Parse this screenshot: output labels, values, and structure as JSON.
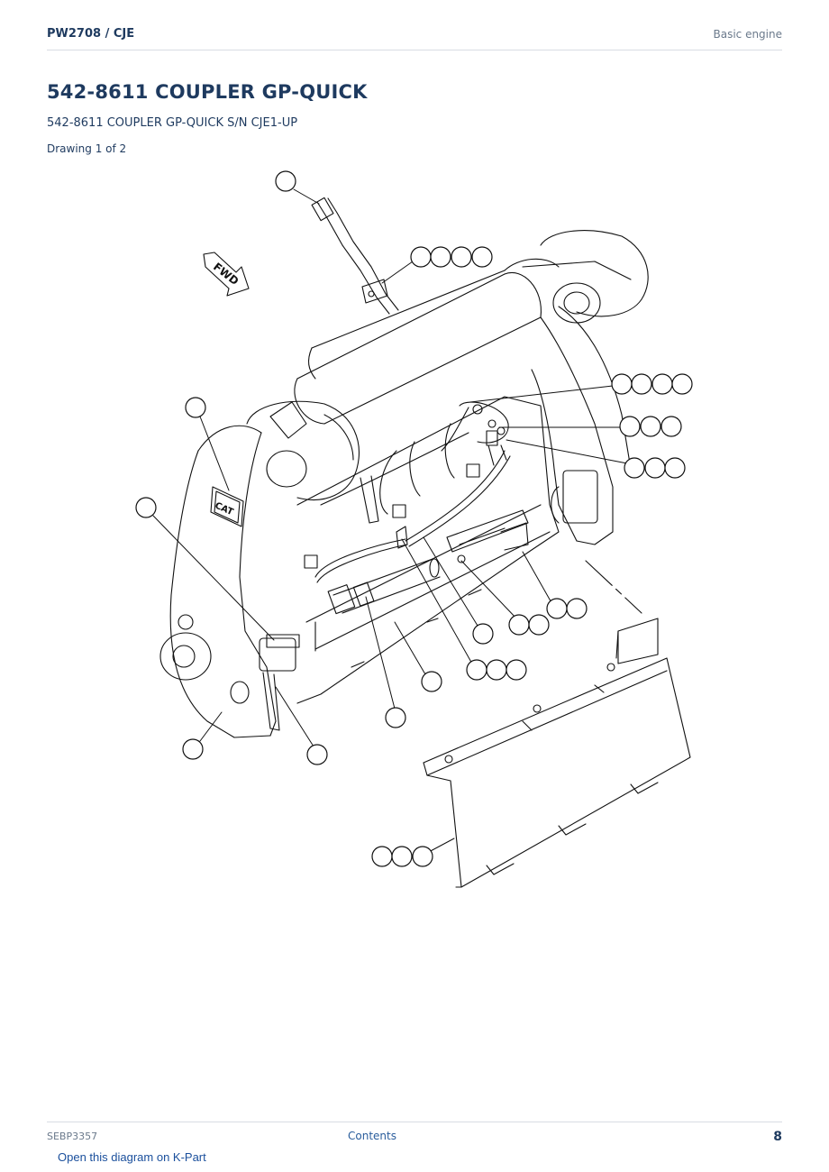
{
  "header": {
    "left": "PW2708  /  CJE",
    "right": "Basic engine"
  },
  "title": "542-8611 COUPLER GP-QUICK",
  "subtitle": "542-8611 COUPLER GP-QUICK S/N CJE1-UP",
  "drawing_count": "Drawing 1 of 2",
  "diagram": {
    "fwd_label": "FWD",
    "logo_label": "CAT"
  },
  "footer": {
    "doc_id": "SEBP3357",
    "contents_link": "Contents",
    "page_number": "8"
  },
  "kpart_link": "Open this diagram on K-Part"
}
